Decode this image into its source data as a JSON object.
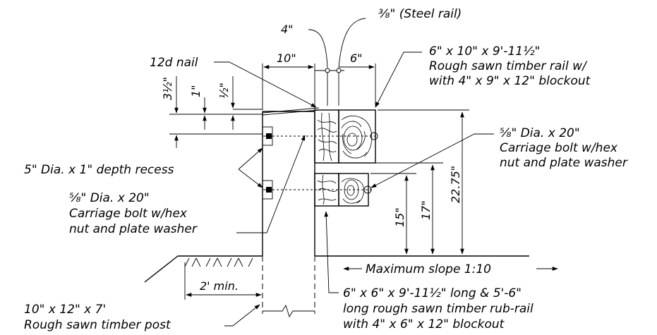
{
  "dimensions": {
    "d_4in": "4\"",
    "d_3_8_steel_rail": "⅜\" (Steel rail)",
    "d_10in": "10\"",
    "d_6in": "6\"",
    "d_3_5in": "3½\"",
    "d_1in": "1\"",
    "d_half_in": "½\"",
    "d_15in": "15\"",
    "d_17in": "17\"",
    "d_22_75in": "22.75\"",
    "d_2ft_min": "2' min."
  },
  "labels": {
    "nail": "12d nail",
    "rail_line1": "6\" x 10\" x 9'-11½\"",
    "rail_line2": "Rough sawn timber rail w/",
    "rail_line3": "with 4\" x 9\" x 12\" blockout",
    "bolt_right_line1": "⅝\" Dia. x 20\"",
    "bolt_right_line2": "Carriage bolt w/hex",
    "bolt_right_line3": "nut and plate washer",
    "recess": "5\" Dia. x 1\" depth recess",
    "bolt_left_line1": "⅝\" Dia. x 20\"",
    "bolt_left_line2": "Carriage bolt w/hex",
    "bolt_left_line3": "nut and plate washer",
    "slope": "Maximum slope 1:10",
    "rubrail_line1": "6\" x 6\" x 9'-11½\" long & 5'-6\"",
    "rubrail_line2": "long rough sawn timber rub-rail",
    "rubrail_line3": "with 4\" x 6\" x 12\" blockout",
    "post_line1": "10\" x 12\" x 7'",
    "post_line2": "Rough sawn timber post"
  }
}
